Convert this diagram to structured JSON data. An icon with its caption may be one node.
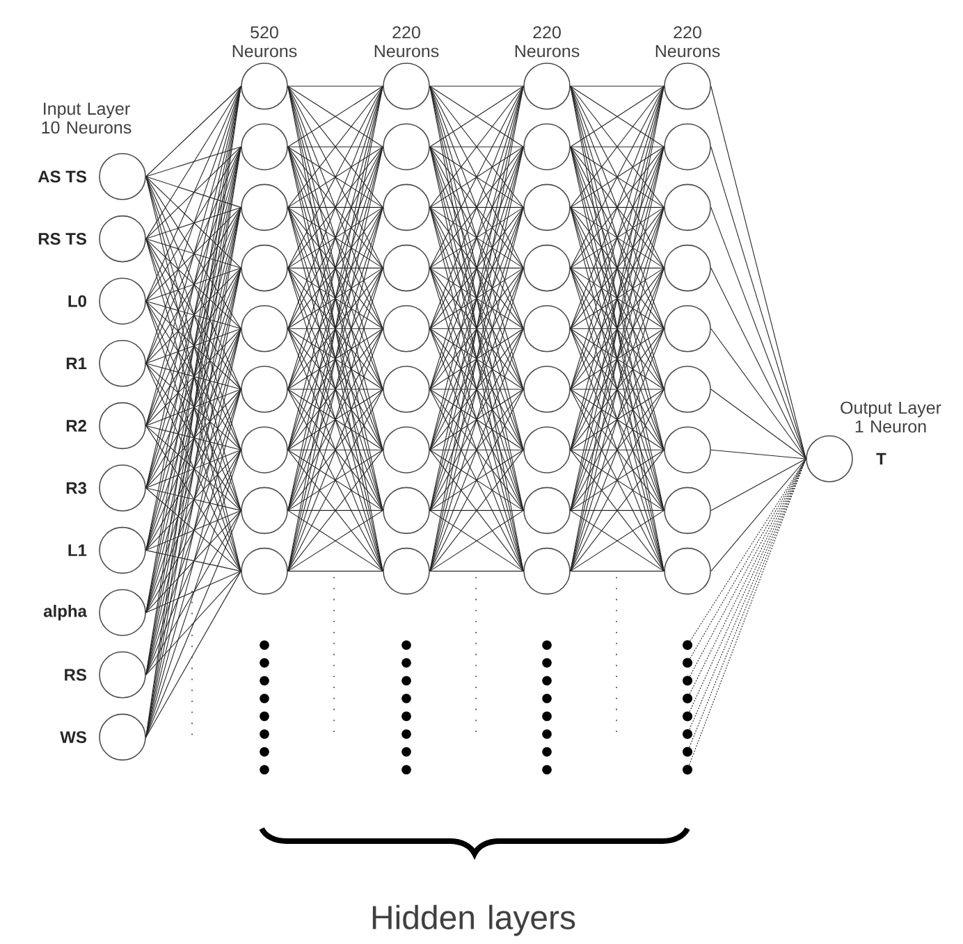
{
  "diagram": {
    "nodes": [
      {
        "text": [],
        "shape": "circle",
        "beside": [
          "AS TS"
        ]
      },
      {
        "text": [],
        "shape": "circle",
        "beside": [
          "RS TS"
        ]
      },
      {
        "text": [],
        "shape": "circle",
        "beside": [
          "L0"
        ]
      },
      {
        "text": [],
        "shape": "circle",
        "beside": [
          "R1"
        ]
      },
      {
        "text": [],
        "shape": "circle",
        "beside": [
          "R2"
        ]
      },
      {
        "text": [],
        "shape": "circle",
        "beside": [
          "R3"
        ]
      },
      {
        "text": [],
        "shape": "circle",
        "beside": [
          "L1"
        ]
      },
      {
        "text": [],
        "shape": "circle",
        "beside": [
          "alpha"
        ]
      },
      {
        "text": [],
        "shape": "circle",
        "beside": [
          "RS"
        ]
      },
      {
        "text": [],
        "shape": "circle",
        "beside": [
          "WS"
        ]
      },
      {
        "text": [],
        "shape": "circle"
      },
      {
        "text": [],
        "shape": "circle"
      },
      {
        "text": [],
        "shape": "circle"
      },
      {
        "text": [],
        "shape": "circle"
      },
      {
        "text": [],
        "shape": "circle"
      },
      {
        "text": [],
        "shape": "circle"
      },
      {
        "text": [],
        "shape": "circle"
      },
      {
        "text": [],
        "shape": "circle"
      },
      {
        "text": [],
        "shape": "circle"
      },
      {
        "text": [],
        "shape": "circle"
      },
      {
        "text": [],
        "shape": "circle"
      },
      {
        "text": [],
        "shape": "circle"
      },
      {
        "text": [],
        "shape": "circle"
      },
      {
        "text": [],
        "shape": "circle"
      },
      {
        "text": [],
        "shape": "circle"
      },
      {
        "text": [],
        "shape": "circle"
      },
      {
        "text": [],
        "shape": "circle"
      },
      {
        "text": [],
        "shape": "circle"
      },
      {
        "text": [],
        "shape": "circle"
      },
      {
        "text": [],
        "shape": "circle"
      },
      {
        "text": [],
        "shape": "circle"
      },
      {
        "text": [],
        "shape": "circle"
      },
      {
        "text": [],
        "shape": "circle"
      },
      {
        "text": [],
        "shape": "circle"
      },
      {
        "text": [],
        "shape": "circle"
      },
      {
        "text": [],
        "shape": "circle"
      },
      {
        "text": [],
        "shape": "circle"
      },
      {
        "text": [],
        "shape": "circle"
      },
      {
        "text": [],
        "shape": "circle"
      },
      {
        "text": [],
        "shape": "circle"
      },
      {
        "text": [],
        "shape": "circle"
      },
      {
        "text": [],
        "shape": "circle"
      },
      {
        "text": [],
        "shape": "circle"
      },
      {
        "text": [],
        "shape": "circle"
      },
      {
        "text": [],
        "shape": "circle"
      },
      {
        "text": [],
        "shape": "circle"
      },
      {
        "text": [],
        "shape": "circle",
        "beside": [
          "T"
        ]
      },
      {
        "text": [],
        "shape": "dot"
      },
      {
        "text": [],
        "shape": "dot"
      },
      {
        "text": [],
        "shape": "dot"
      },
      {
        "text": [],
        "shape": "dot"
      },
      {
        "text": [],
        "shape": "dot"
      },
      {
        "text": [],
        "shape": "dot"
      },
      {
        "text": [],
        "shape": "dot"
      },
      {
        "text": [],
        "shape": "dot"
      }
    ],
    "edges": [
      {
        "from": 0,
        "to": 10,
        "arrow": "none"
      },
      {
        "from": 0,
        "to": 11,
        "arrow": "none"
      },
      {
        "from": 0,
        "to": 12,
        "arrow": "none"
      },
      {
        "from": 0,
        "to": 13,
        "arrow": "none"
      },
      {
        "from": 0,
        "to": 14,
        "arrow": "none"
      },
      {
        "from": 0,
        "to": 15,
        "arrow": "none"
      },
      {
        "from": 0,
        "to": 16,
        "arrow": "none"
      },
      {
        "from": 0,
        "to": 17,
        "arrow": "none"
      },
      {
        "from": 0,
        "to": 18,
        "arrow": "none"
      },
      {
        "from": 1,
        "to": 10,
        "arrow": "none"
      },
      {
        "from": 1,
        "to": 11,
        "arrow": "none"
      },
      {
        "from": 1,
        "to": 12,
        "arrow": "none"
      },
      {
        "from": 1,
        "to": 13,
        "arrow": "none"
      },
      {
        "from": 1,
        "to": 14,
        "arrow": "none"
      },
      {
        "from": 1,
        "to": 15,
        "arrow": "none"
      },
      {
        "from": 1,
        "to": 16,
        "arrow": "none"
      },
      {
        "from": 1,
        "to": 17,
        "arrow": "none"
      },
      {
        "from": 1,
        "to": 18,
        "arrow": "none"
      },
      {
        "from": 2,
        "to": 10,
        "arrow": "none"
      },
      {
        "from": 2,
        "to": 11,
        "arrow": "none"
      },
      {
        "from": 2,
        "to": 12,
        "arrow": "none"
      },
      {
        "from": 2,
        "to": 13,
        "arrow": "none"
      },
      {
        "from": 2,
        "to": 14,
        "arrow": "none"
      },
      {
        "from": 2,
        "to": 15,
        "arrow": "none"
      },
      {
        "from": 2,
        "to": 16,
        "arrow": "none"
      },
      {
        "from": 2,
        "to": 17,
        "arrow": "none"
      },
      {
        "from": 2,
        "to": 18,
        "arrow": "none"
      },
      {
        "from": 3,
        "to": 10,
        "arrow": "none"
      },
      {
        "from": 3,
        "to": 11,
        "arrow": "none"
      },
      {
        "from": 3,
        "to": 12,
        "arrow": "none"
      },
      {
        "from": 3,
        "to": 13,
        "arrow": "none"
      },
      {
        "from": 3,
        "to": 14,
        "arrow": "none"
      },
      {
        "from": 3,
        "to": 15,
        "arrow": "none"
      },
      {
        "from": 3,
        "to": 16,
        "arrow": "none"
      },
      {
        "from": 3,
        "to": 17,
        "arrow": "none"
      },
      {
        "from": 3,
        "to": 18,
        "arrow": "none"
      },
      {
        "from": 4,
        "to": 10,
        "arrow": "none"
      },
      {
        "from": 4,
        "to": 11,
        "arrow": "none"
      },
      {
        "from": 4,
        "to": 12,
        "arrow": "none"
      },
      {
        "from": 4,
        "to": 13,
        "arrow": "none"
      },
      {
        "from": 4,
        "to": 14,
        "arrow": "none"
      },
      {
        "from": 4,
        "to": 15,
        "arrow": "none"
      },
      {
        "from": 4,
        "to": 16,
        "arrow": "none"
      },
      {
        "from": 4,
        "to": 17,
        "arrow": "none"
      },
      {
        "from": 4,
        "to": 18,
        "arrow": "none"
      },
      {
        "from": 5,
        "to": 10,
        "arrow": "none"
      },
      {
        "from": 5,
        "to": 11,
        "arrow": "none"
      },
      {
        "from": 5,
        "to": 12,
        "arrow": "none"
      },
      {
        "from": 5,
        "to": 13,
        "arrow": "none"
      },
      {
        "from": 5,
        "to": 14,
        "arrow": "none"
      },
      {
        "from": 5,
        "to": 15,
        "arrow": "none"
      },
      {
        "from": 5,
        "to": 16,
        "arrow": "none"
      },
      {
        "from": 5,
        "to": 17,
        "arrow": "none"
      },
      {
        "from": 5,
        "to": 18,
        "arrow": "none"
      },
      {
        "from": 6,
        "to": 10,
        "arrow": "none"
      },
      {
        "from": 6,
        "to": 11,
        "arrow": "none"
      },
      {
        "from": 6,
        "to": 12,
        "arrow": "none"
      },
      {
        "from": 6,
        "to": 13,
        "arrow": "none"
      },
      {
        "from": 6,
        "to": 14,
        "arrow": "none"
      },
      {
        "from": 6,
        "to": 15,
        "arrow": "none"
      },
      {
        "from": 6,
        "to": 16,
        "arrow": "none"
      },
      {
        "from": 6,
        "to": 17,
        "arrow": "none"
      },
      {
        "from": 6,
        "to": 18,
        "arrow": "none"
      },
      {
        "from": 7,
        "to": 10,
        "arrow": "none"
      },
      {
        "from": 7,
        "to": 11,
        "arrow": "none"
      },
      {
        "from": 7,
        "to": 12,
        "arrow": "none"
      },
      {
        "from": 7,
        "to": 13,
        "arrow": "none"
      },
      {
        "from": 7,
        "to": 14,
        "arrow": "none"
      },
      {
        "from": 7,
        "to": 15,
        "arrow": "none"
      },
      {
        "from": 7,
        "to": 16,
        "arrow": "none"
      },
      {
        "from": 7,
        "to": 17,
        "arrow": "none"
      },
      {
        "from": 7,
        "to": 18,
        "arrow": "none"
      },
      {
        "from": 8,
        "to": 10,
        "arrow": "none"
      },
      {
        "from": 8,
        "to": 11,
        "arrow": "none"
      },
      {
        "from": 8,
        "to": 12,
        "arrow": "none"
      },
      {
        "from": 8,
        "to": 13,
        "arrow": "none"
      },
      {
        "from": 8,
        "to": 14,
        "arrow": "none"
      },
      {
        "from": 8,
        "to": 15,
        "arrow": "none"
      },
      {
        "from": 8,
        "to": 16,
        "arrow": "none"
      },
      {
        "from": 8,
        "to": 17,
        "arrow": "none"
      },
      {
        "from": 8,
        "to": 18,
        "arrow": "none"
      },
      {
        "from": 9,
        "to": 10,
        "arrow": "none"
      },
      {
        "from": 9,
        "to": 11,
        "arrow": "none"
      },
      {
        "from": 9,
        "to": 12,
        "arrow": "none"
      },
      {
        "from": 9,
        "to": 13,
        "arrow": "none"
      },
      {
        "from": 9,
        "to": 14,
        "arrow": "none"
      },
      {
        "from": 9,
        "to": 15,
        "arrow": "none"
      },
      {
        "from": 9,
        "to": 16,
        "arrow": "none"
      },
      {
        "from": 9,
        "to": 17,
        "arrow": "none"
      },
      {
        "from": 9,
        "to": 18,
        "arrow": "none"
      },
      {
        "from": 10,
        "to": 19,
        "arrow": "none"
      },
      {
        "from": 10,
        "to": 20,
        "arrow": "none"
      },
      {
        "from": 10,
        "to": 21,
        "arrow": "none"
      },
      {
        "from": 10,
        "to": 22,
        "arrow": "none"
      },
      {
        "from": 10,
        "to": 23,
        "arrow": "none"
      },
      {
        "from": 10,
        "to": 24,
        "arrow": "none"
      },
      {
        "from": 10,
        "to": 25,
        "arrow": "none"
      },
      {
        "from": 10,
        "to": 26,
        "arrow": "none"
      },
      {
        "from": 10,
        "to": 27,
        "arrow": "none"
      },
      {
        "from": 11,
        "to": 19,
        "arrow": "none"
      },
      {
        "from": 11,
        "to": 20,
        "arrow": "none"
      },
      {
        "from": 11,
        "to": 21,
        "arrow": "none"
      },
      {
        "from": 11,
        "to": 22,
        "arrow": "none"
      },
      {
        "from": 11,
        "to": 23,
        "arrow": "none"
      },
      {
        "from": 11,
        "to": 24,
        "arrow": "none"
      },
      {
        "from": 11,
        "to": 25,
        "arrow": "none"
      },
      {
        "from": 11,
        "to": 26,
        "arrow": "none"
      },
      {
        "from": 11,
        "to": 27,
        "arrow": "none"
      },
      {
        "from": 12,
        "to": 19,
        "arrow": "none"
      },
      {
        "from": 12,
        "to": 20,
        "arrow": "none"
      },
      {
        "from": 12,
        "to": 21,
        "arrow": "none"
      },
      {
        "from": 12,
        "to": 22,
        "arrow": "none"
      },
      {
        "from": 12,
        "to": 23,
        "arrow": "none"
      },
      {
        "from": 12,
        "to": 24,
        "arrow": "none"
      },
      {
        "from": 12,
        "to": 25,
        "arrow": "none"
      },
      {
        "from": 12,
        "to": 26,
        "arrow": "none"
      },
      {
        "from": 12,
        "to": 27,
        "arrow": "none"
      },
      {
        "from": 13,
        "to": 19,
        "arrow": "none"
      },
      {
        "from": 13,
        "to": 20,
        "arrow": "none"
      },
      {
        "from": 13,
        "to": 21,
        "arrow": "none"
      },
      {
        "from": 13,
        "to": 22,
        "arrow": "none"
      },
      {
        "from": 13,
        "to": 23,
        "arrow": "none"
      },
      {
        "from": 13,
        "to": 24,
        "arrow": "none"
      },
      {
        "from": 13,
        "to": 25,
        "arrow": "none"
      },
      {
        "from": 13,
        "to": 26,
        "arrow": "none"
      },
      {
        "from": 13,
        "to": 27,
        "arrow": "none"
      },
      {
        "from": 14,
        "to": 19,
        "arrow": "none"
      },
      {
        "from": 14,
        "to": 20,
        "arrow": "none"
      },
      {
        "from": 14,
        "to": 21,
        "arrow": "none"
      },
      {
        "from": 14,
        "to": 22,
        "arrow": "none"
      },
      {
        "from": 14,
        "to": 23,
        "arrow": "none"
      },
      {
        "from": 14,
        "to": 24,
        "arrow": "none"
      },
      {
        "from": 14,
        "to": 25,
        "arrow": "none"
      },
      {
        "from": 14,
        "to": 26,
        "arrow": "none"
      },
      {
        "from": 14,
        "to": 27,
        "arrow": "none"
      },
      {
        "from": 15,
        "to": 19,
        "arrow": "none"
      },
      {
        "from": 15,
        "to": 20,
        "arrow": "none"
      },
      {
        "from": 15,
        "to": 21,
        "arrow": "none"
      },
      {
        "from": 15,
        "to": 22,
        "arrow": "none"
      },
      {
        "from": 15,
        "to": 23,
        "arrow": "none"
      },
      {
        "from": 15,
        "to": 24,
        "arrow": "none"
      },
      {
        "from": 15,
        "to": 25,
        "arrow": "none"
      },
      {
        "from": 15,
        "to": 26,
        "arrow": "none"
      },
      {
        "from": 15,
        "to": 27,
        "arrow": "none"
      },
      {
        "from": 16,
        "to": 19,
        "arrow": "none"
      },
      {
        "from": 16,
        "to": 20,
        "arrow": "none"
      },
      {
        "from": 16,
        "to": 21,
        "arrow": "none"
      },
      {
        "from": 16,
        "to": 22,
        "arrow": "none"
      },
      {
        "from": 16,
        "to": 23,
        "arrow": "none"
      },
      {
        "from": 16,
        "to": 24,
        "arrow": "none"
      },
      {
        "from": 16,
        "to": 25,
        "arrow": "none"
      },
      {
        "from": 16,
        "to": 26,
        "arrow": "none"
      },
      {
        "from": 16,
        "to": 27,
        "arrow": "none"
      },
      {
        "from": 17,
        "to": 19,
        "arrow": "none"
      },
      {
        "from": 17,
        "to": 20,
        "arrow": "none"
      },
      {
        "from": 17,
        "to": 21,
        "arrow": "none"
      },
      {
        "from": 17,
        "to": 22,
        "arrow": "none"
      },
      {
        "from": 17,
        "to": 23,
        "arrow": "none"
      },
      {
        "from": 17,
        "to": 24,
        "arrow": "none"
      },
      {
        "from": 17,
        "to": 25,
        "arrow": "none"
      },
      {
        "from": 17,
        "to": 26,
        "arrow": "none"
      },
      {
        "from": 17,
        "to": 27,
        "arrow": "none"
      },
      {
        "from": 18,
        "to": 19,
        "arrow": "none"
      },
      {
        "from": 18,
        "to": 20,
        "arrow": "none"
      },
      {
        "from": 18,
        "to": 21,
        "arrow": "none"
      },
      {
        "from": 18,
        "to": 22,
        "arrow": "none"
      },
      {
        "from": 18,
        "to": 23,
        "arrow": "none"
      },
      {
        "from": 18,
        "to": 24,
        "arrow": "none"
      },
      {
        "from": 18,
        "to": 25,
        "arrow": "none"
      },
      {
        "from": 18,
        "to": 26,
        "arrow": "none"
      },
      {
        "from": 18,
        "to": 27,
        "arrow": "none"
      },
      {
        "from": 19,
        "to": 28,
        "arrow": "none"
      },
      {
        "from": 19,
        "to": 29,
        "arrow": "none"
      },
      {
        "from": 19,
        "to": 30,
        "arrow": "none"
      },
      {
        "from": 19,
        "to": 31,
        "arrow": "none"
      },
      {
        "from": 19,
        "to": 32,
        "arrow": "none"
      },
      {
        "from": 19,
        "to": 33,
        "arrow": "none"
      },
      {
        "from": 19,
        "to": 34,
        "arrow": "none"
      },
      {
        "from": 19,
        "to": 35,
        "arrow": "none"
      },
      {
        "from": 19,
        "to": 36,
        "arrow": "none"
      },
      {
        "from": 20,
        "to": 28,
        "arrow": "none"
      },
      {
        "from": 20,
        "to": 29,
        "arrow": "none"
      },
      {
        "from": 20,
        "to": 30,
        "arrow": "none"
      },
      {
        "from": 20,
        "to": 31,
        "arrow": "none"
      },
      {
        "from": 20,
        "to": 32,
        "arrow": "none"
      },
      {
        "from": 20,
        "to": 33,
        "arrow": "none"
      },
      {
        "from": 20,
        "to": 34,
        "arrow": "none"
      },
      {
        "from": 20,
        "to": 35,
        "arrow": "none"
      },
      {
        "from": 20,
        "to": 36,
        "arrow": "none"
      },
      {
        "from": 21,
        "to": 28,
        "arrow": "none"
      },
      {
        "from": 21,
        "to": 29,
        "arrow": "none"
      },
      {
        "from": 21,
        "to": 30,
        "arrow": "none"
      },
      {
        "from": 21,
        "to": 31,
        "arrow": "none"
      },
      {
        "from": 21,
        "to": 32,
        "arrow": "none"
      },
      {
        "from": 21,
        "to": 33,
        "arrow": "none"
      },
      {
        "from": 21,
        "to": 34,
        "arrow": "none"
      },
      {
        "from": 21,
        "to": 35,
        "arrow": "none"
      },
      {
        "from": 21,
        "to": 36,
        "arrow": "none"
      },
      {
        "from": 22,
        "to": 28,
        "arrow": "none"
      },
      {
        "from": 22,
        "to": 29,
        "arrow": "none"
      },
      {
        "from": 22,
        "to": 30,
        "arrow": "none"
      },
      {
        "from": 22,
        "to": 31,
        "arrow": "none"
      },
      {
        "from": 22,
        "to": 32,
        "arrow": "none"
      },
      {
        "from": 22,
        "to": 33,
        "arrow": "none"
      },
      {
        "from": 22,
        "to": 34,
        "arrow": "none"
      },
      {
        "from": 22,
        "to": 35,
        "arrow": "none"
      },
      {
        "from": 22,
        "to": 36,
        "arrow": "none"
      },
      {
        "from": 23,
        "to": 28,
        "arrow": "none"
      },
      {
        "from": 23,
        "to": 29,
        "arrow": "none"
      },
      {
        "from": 23,
        "to": 30,
        "arrow": "none"
      },
      {
        "from": 23,
        "to": 31,
        "arrow": "none"
      },
      {
        "from": 23,
        "to": 32,
        "arrow": "none"
      },
      {
        "from": 23,
        "to": 33,
        "arrow": "none"
      },
      {
        "from": 23,
        "to": 34,
        "arrow": "none"
      },
      {
        "from": 23,
        "to": 35,
        "arrow": "none"
      },
      {
        "from": 23,
        "to": 36,
        "arrow": "none"
      },
      {
        "from": 24,
        "to": 28,
        "arrow": "none"
      },
      {
        "from": 24,
        "to": 29,
        "arrow": "none"
      },
      {
        "from": 24,
        "to": 30,
        "arrow": "none"
      },
      {
        "from": 24,
        "to": 31,
        "arrow": "none"
      },
      {
        "from": 24,
        "to": 32,
        "arrow": "none"
      },
      {
        "from": 24,
        "to": 33,
        "arrow": "none"
      },
      {
        "from": 24,
        "to": 34,
        "arrow": "none"
      },
      {
        "from": 24,
        "to": 35,
        "arrow": "none"
      },
      {
        "from": 24,
        "to": 36,
        "arrow": "none"
      },
      {
        "from": 25,
        "to": 28,
        "arrow": "none"
      },
      {
        "from": 25,
        "to": 29,
        "arrow": "none"
      },
      {
        "from": 25,
        "to": 30,
        "arrow": "none"
      },
      {
        "from": 25,
        "to": 31,
        "arrow": "none"
      },
      {
        "from": 25,
        "to": 32,
        "arrow": "none"
      },
      {
        "from": 25,
        "to": 33,
        "arrow": "none"
      },
      {
        "from": 25,
        "to": 34,
        "arrow": "none"
      },
      {
        "from": 25,
        "to": 35,
        "arrow": "none"
      },
      {
        "from": 25,
        "to": 36,
        "arrow": "none"
      },
      {
        "from": 26,
        "to": 28,
        "arrow": "none"
      },
      {
        "from": 26,
        "to": 29,
        "arrow": "none"
      },
      {
        "from": 26,
        "to": 30,
        "arrow": "none"
      },
      {
        "from": 26,
        "to": 31,
        "arrow": "none"
      },
      {
        "from": 26,
        "to": 32,
        "arrow": "none"
      },
      {
        "from": 26,
        "to": 33,
        "arrow": "none"
      },
      {
        "from": 26,
        "to": 34,
        "arrow": "none"
      },
      {
        "from": 26,
        "to": 35,
        "arrow": "none"
      },
      {
        "from": 26,
        "to": 36,
        "arrow": "none"
      },
      {
        "from": 27,
        "to": 28,
        "arrow": "none"
      },
      {
        "from": 27,
        "to": 29,
        "arrow": "none"
      },
      {
        "from": 27,
        "to": 30,
        "arrow": "none"
      },
      {
        "from": 27,
        "to": 31,
        "arrow": "none"
      },
      {
        "from": 27,
        "to": 32,
        "arrow": "none"
      },
      {
        "from": 27,
        "to": 33,
        "arrow": "none"
      },
      {
        "from": 27,
        "to": 34,
        "arrow": "none"
      },
      {
        "from": 27,
        "to": 35,
        "arrow": "none"
      },
      {
        "from": 27,
        "to": 36,
        "arrow": "none"
      },
      {
        "from": 28,
        "to": 37,
        "arrow": "none"
      },
      {
        "from": 28,
        "to": 38,
        "arrow": "none"
      },
      {
        "from": 28,
        "to": 39,
        "arrow": "none"
      },
      {
        "from": 28,
        "to": 40,
        "arrow": "none"
      },
      {
        "from": 28,
        "to": 41,
        "arrow": "none"
      },
      {
        "from": 28,
        "to": 42,
        "arrow": "none"
      },
      {
        "from": 28,
        "to": 43,
        "arrow": "none"
      },
      {
        "from": 28,
        "to": 44,
        "arrow": "none"
      },
      {
        "from": 28,
        "to": 45,
        "arrow": "none"
      },
      {
        "from": 29,
        "to": 37,
        "arrow": "none"
      },
      {
        "from": 29,
        "to": 38,
        "arrow": "none"
      },
      {
        "from": 29,
        "to": 39,
        "arrow": "none"
      },
      {
        "from": 29,
        "to": 40,
        "arrow": "none"
      },
      {
        "from": 29,
        "to": 41,
        "arrow": "none"
      },
      {
        "from": 29,
        "to": 42,
        "arrow": "none"
      },
      {
        "from": 29,
        "to": 43,
        "arrow": "none"
      },
      {
        "from": 29,
        "to": 44,
        "arrow": "none"
      },
      {
        "from": 29,
        "to": 45,
        "arrow": "none"
      },
      {
        "from": 30,
        "to": 37,
        "arrow": "none"
      },
      {
        "from": 30,
        "to": 38,
        "arrow": "none"
      },
      {
        "from": 30,
        "to": 39,
        "arrow": "none"
      },
      {
        "from": 30,
        "to": 40,
        "arrow": "none"
      },
      {
        "from": 30,
        "to": 41,
        "arrow": "none"
      },
      {
        "from": 30,
        "to": 42,
        "arrow": "none"
      },
      {
        "from": 30,
        "to": 43,
        "arrow": "none"
      },
      {
        "from": 30,
        "to": 44,
        "arrow": "none"
      },
      {
        "from": 30,
        "to": 45,
        "arrow": "none"
      },
      {
        "from": 31,
        "to": 37,
        "arrow": "none"
      },
      {
        "from": 31,
        "to": 38,
        "arrow": "none"
      },
      {
        "from": 31,
        "to": 39,
        "arrow": "none"
      },
      {
        "from": 31,
        "to": 40,
        "arrow": "none"
      },
      {
        "from": 31,
        "to": 41,
        "arrow": "none"
      },
      {
        "from": 31,
        "to": 42,
        "arrow": "none"
      },
      {
        "from": 31,
        "to": 43,
        "arrow": "none"
      },
      {
        "from": 31,
        "to": 44,
        "arrow": "none"
      },
      {
        "from": 31,
        "to": 45,
        "arrow": "none"
      },
      {
        "from": 32,
        "to": 37,
        "arrow": "none"
      },
      {
        "from": 32,
        "to": 38,
        "arrow": "none"
      },
      {
        "from": 32,
        "to": 39,
        "arrow": "none"
      },
      {
        "from": 32,
        "to": 40,
        "arrow": "none"
      },
      {
        "from": 32,
        "to": 41,
        "arrow": "none"
      },
      {
        "from": 32,
        "to": 42,
        "arrow": "none"
      },
      {
        "from": 32,
        "to": 43,
        "arrow": "none"
      },
      {
        "from": 32,
        "to": 44,
        "arrow": "none"
      },
      {
        "from": 32,
        "to": 45,
        "arrow": "none"
      },
      {
        "from": 33,
        "to": 37,
        "arrow": "none"
      },
      {
        "from": 33,
        "to": 38,
        "arrow": "none"
      },
      {
        "from": 33,
        "to": 39,
        "arrow": "none"
      },
      {
        "from": 33,
        "to": 40,
        "arrow": "none"
      },
      {
        "from": 33,
        "to": 41,
        "arrow": "none"
      },
      {
        "from": 33,
        "to": 42,
        "arrow": "none"
      },
      {
        "from": 33,
        "to": 43,
        "arrow": "none"
      },
      {
        "from": 33,
        "to": 44,
        "arrow": "none"
      },
      {
        "from": 33,
        "to": 45,
        "arrow": "none"
      },
      {
        "from": 34,
        "to": 37,
        "arrow": "none"
      },
      {
        "from": 34,
        "to": 38,
        "arrow": "none"
      },
      {
        "from": 34,
        "to": 39,
        "arrow": "none"
      },
      {
        "from": 34,
        "to": 40,
        "arrow": "none"
      },
      {
        "from": 34,
        "to": 41,
        "arrow": "none"
      },
      {
        "from": 34,
        "to": 42,
        "arrow": "none"
      },
      {
        "from": 34,
        "to": 43,
        "arrow": "none"
      },
      {
        "from": 34,
        "to": 44,
        "arrow": "none"
      },
      {
        "from": 34,
        "to": 45,
        "arrow": "none"
      },
      {
        "from": 35,
        "to": 37,
        "arrow": "none"
      },
      {
        "from": 35,
        "to": 38,
        "arrow": "none"
      },
      {
        "from": 35,
        "to": 39,
        "arrow": "none"
      },
      {
        "from": 35,
        "to": 40,
        "arrow": "none"
      },
      {
        "from": 35,
        "to": 41,
        "arrow": "none"
      },
      {
        "from": 35,
        "to": 42,
        "arrow": "none"
      },
      {
        "from": 35,
        "to": 43,
        "arrow": "none"
      },
      {
        "from": 35,
        "to": 44,
        "arrow": "none"
      },
      {
        "from": 35,
        "to": 45,
        "arrow": "none"
      },
      {
        "from": 36,
        "to": 37,
        "arrow": "none"
      },
      {
        "from": 36,
        "to": 38,
        "arrow": "none"
      },
      {
        "from": 36,
        "to": 39,
        "arrow": "none"
      },
      {
        "from": 36,
        "to": 40,
        "arrow": "none"
      },
      {
        "from": 36,
        "to": 41,
        "arrow": "none"
      },
      {
        "from": 36,
        "to": 42,
        "arrow": "none"
      },
      {
        "from": 36,
        "to": 43,
        "arrow": "none"
      },
      {
        "from": 36,
        "to": 44,
        "arrow": "none"
      },
      {
        "from": 36,
        "to": 45,
        "arrow": "none"
      },
      {
        "from": 37,
        "to": 46,
        "arrow": "none"
      },
      {
        "from": 38,
        "to": 46,
        "arrow": "none"
      },
      {
        "from": 39,
        "to": 46,
        "arrow": "none"
      },
      {
        "from": 40,
        "to": 46,
        "arrow": "none"
      },
      {
        "from": 41,
        "to": 46,
        "arrow": "none"
      },
      {
        "from": 42,
        "to": 46,
        "arrow": "none"
      },
      {
        "from": 43,
        "to": 46,
        "arrow": "none"
      },
      {
        "from": 44,
        "to": 46,
        "arrow": "none"
      },
      {
        "from": 45,
        "to": 46,
        "arrow": "none"
      },
      {
        "from": 47,
        "to": 46,
        "arrow": "none",
        "style": "dashed"
      },
      {
        "from": 48,
        "to": 46,
        "arrow": "none",
        "style": "dashed"
      },
      {
        "from": 49,
        "to": 46,
        "arrow": "none",
        "style": "dashed"
      },
      {
        "from": 50,
        "to": 46,
        "arrow": "none",
        "style": "dashed"
      },
      {
        "from": 51,
        "to": 46,
        "arrow": "none",
        "style": "dashed"
      },
      {
        "from": 52,
        "to": 46,
        "arrow": "none",
        "style": "dashed"
      },
      {
        "from": 53,
        "to": 46,
        "arrow": "none",
        "style": "dashed"
      },
      {
        "from": 54,
        "to": 46,
        "arrow": "none",
        "style": "dashed"
      }
    ],
    "labels": [
      "520 Neurons",
      "220 Neurons",
      "220 Neurons",
      "220 Neurons",
      "Input Layer 10 Neurons",
      "Output Layer 1 Neuron",
      "Hidden layers"
    ]
  }
}
